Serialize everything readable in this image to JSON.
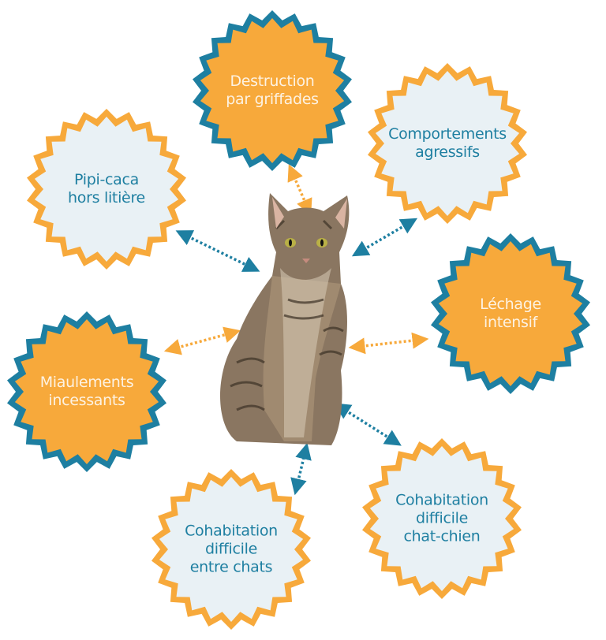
{
  "colors": {
    "orange": "#F7A93B",
    "blue": "#1E7FA1",
    "light": "#E9F1F5",
    "text_light": "#FDF2E2",
    "text_blue": "#1E7FA1"
  },
  "center": {
    "image": "tabby-cat-photo"
  },
  "badges": [
    {
      "id": "destruction",
      "style": "orange",
      "lines": [
        "Destruction",
        "par griffades"
      ]
    },
    {
      "id": "agressifs",
      "style": "light",
      "lines": [
        "Comportements",
        "agressifs"
      ]
    },
    {
      "id": "pipi",
      "style": "light",
      "lines": [
        "Pipi-caca",
        "hors litière"
      ]
    },
    {
      "id": "lechage",
      "style": "orange",
      "lines": [
        "Léchage",
        "intensif"
      ]
    },
    {
      "id": "miaulements",
      "style": "orange",
      "lines": [
        "Miaulements",
        "incessants"
      ]
    },
    {
      "id": "chat-chien",
      "style": "light",
      "lines": [
        "Cohabitation",
        "difficile",
        "chat-chien"
      ]
    },
    {
      "id": "entre-chats",
      "style": "light",
      "lines": [
        "Cohabitation",
        "difficile",
        "entre chats"
      ]
    }
  ]
}
